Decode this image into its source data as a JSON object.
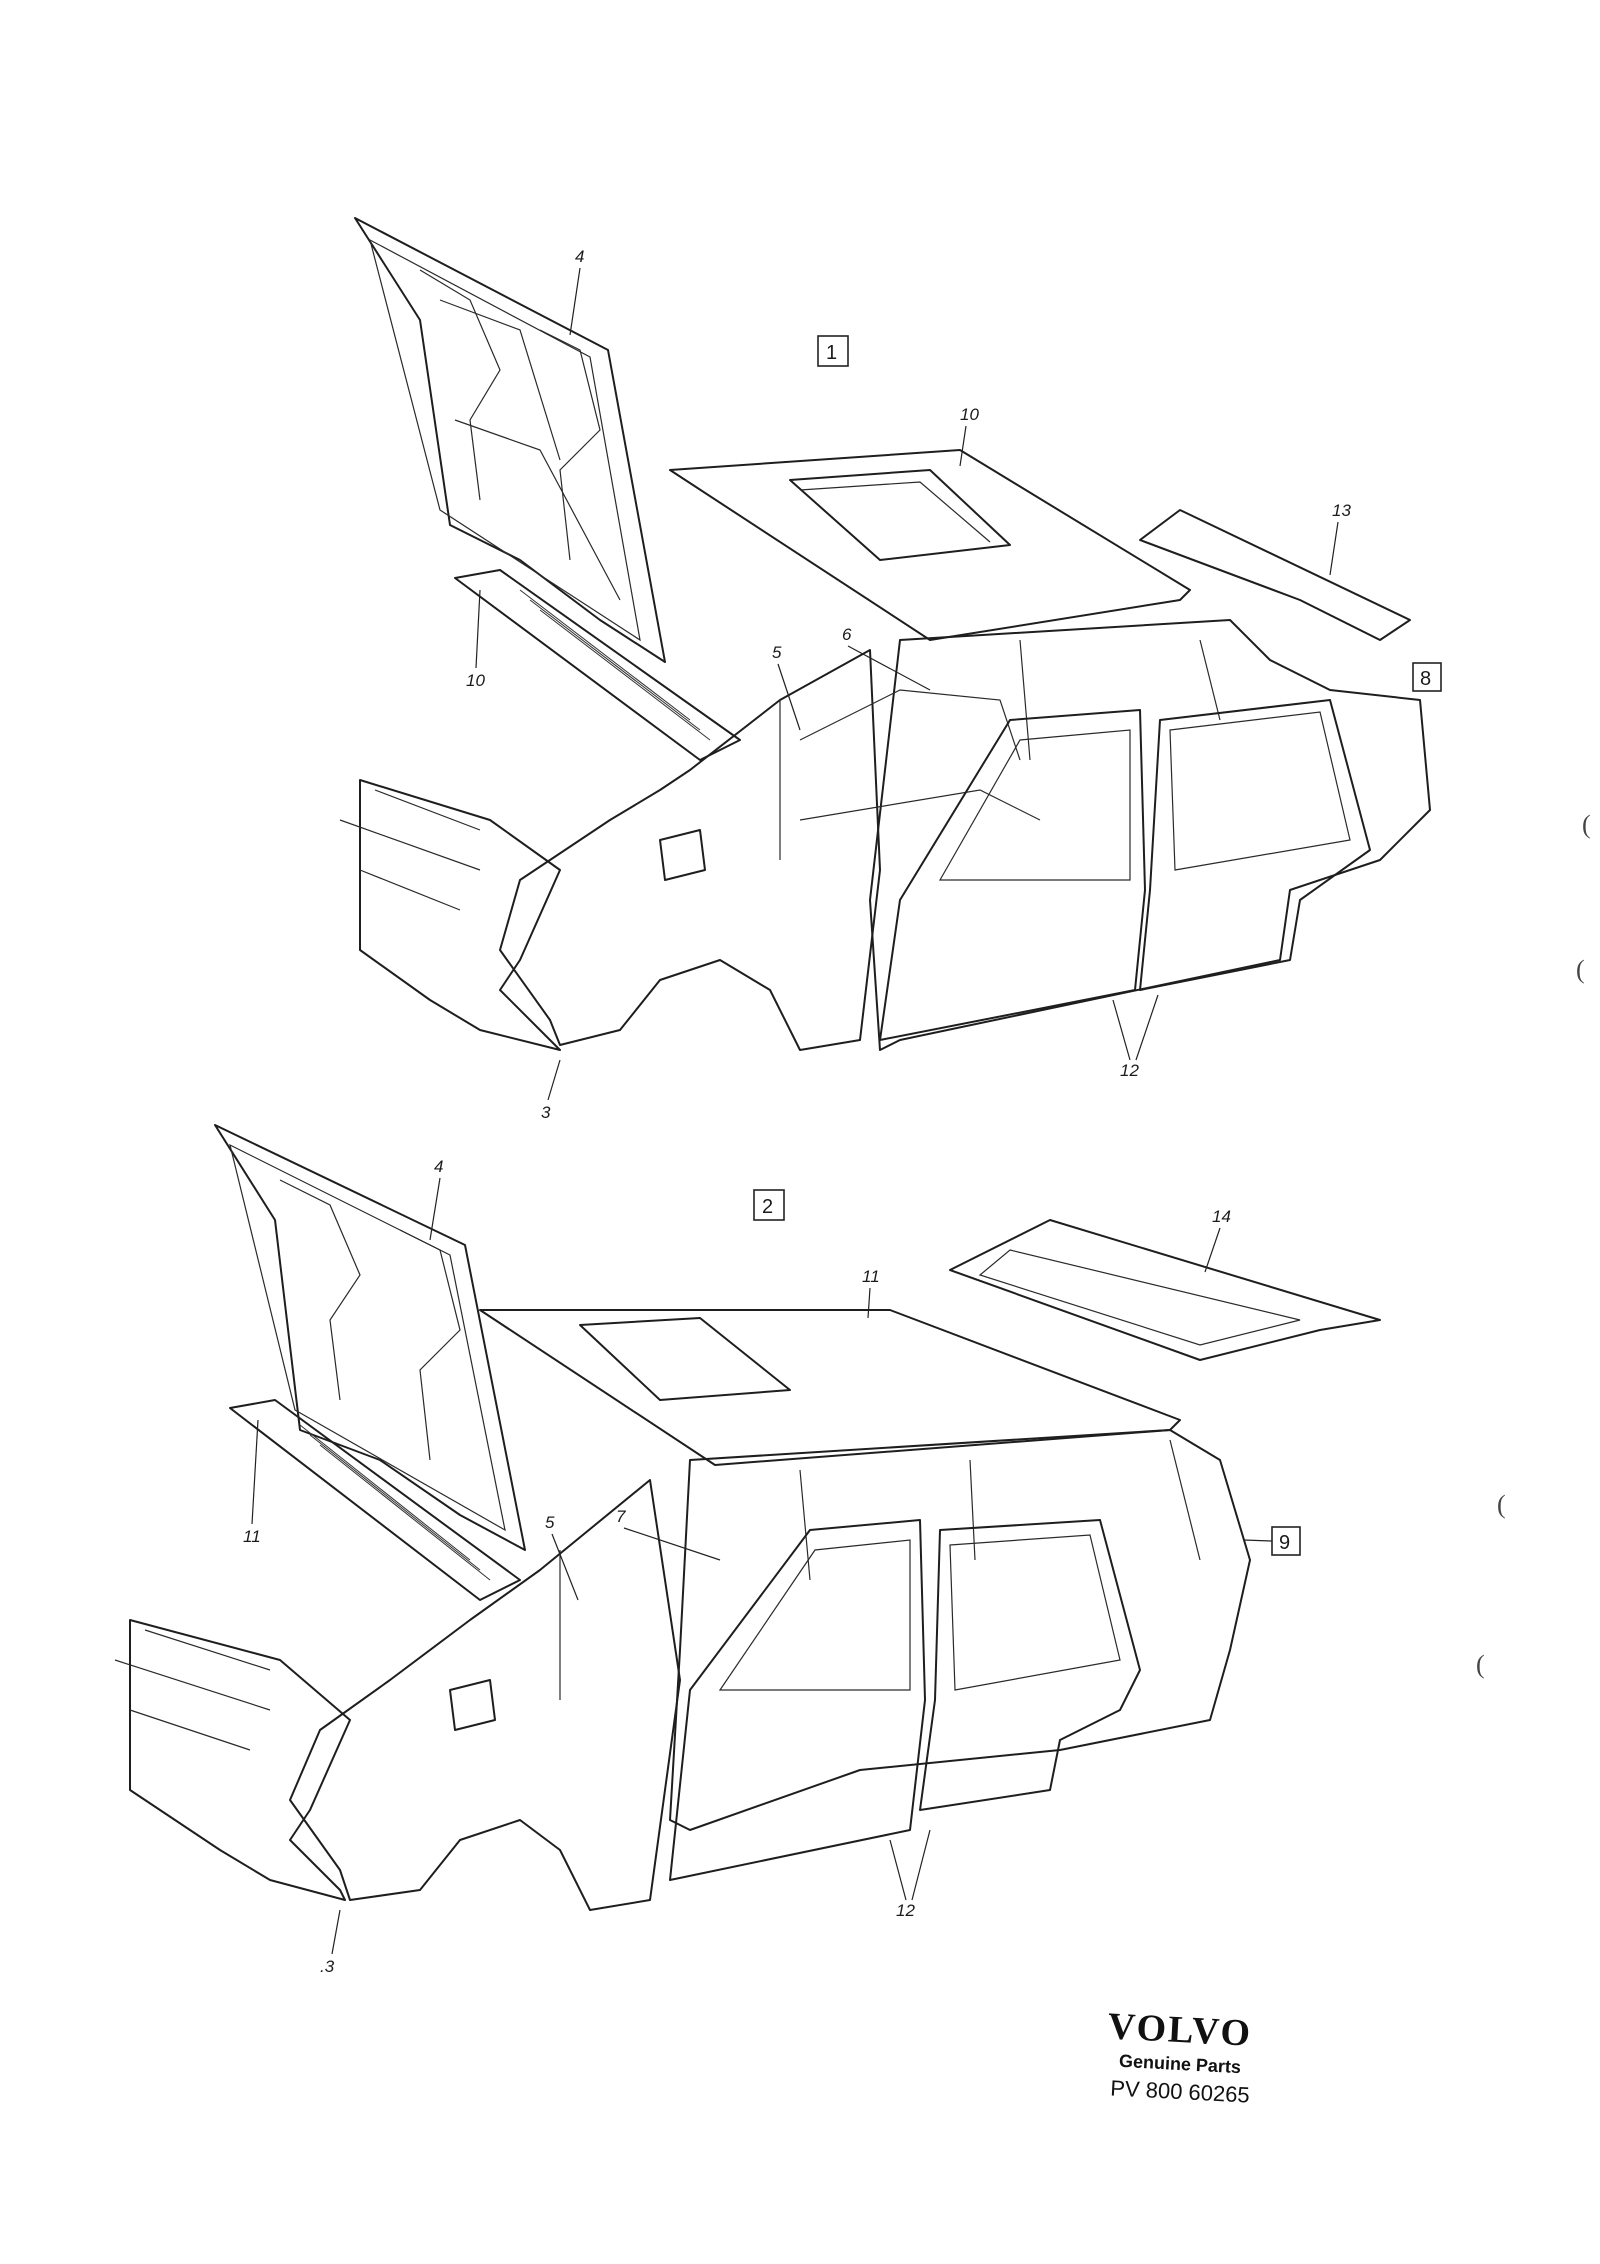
{
  "views": [
    {
      "id": "sedan",
      "box_label": "1",
      "callouts": {
        "hood": "4",
        "roof": "10",
        "cowl": "10",
        "trunk_lid": "13",
        "rear_body": "8",
        "a_pillar": "5",
        "floor": "6",
        "doors": "12",
        "front_member": "3"
      }
    },
    {
      "id": "wagon",
      "box_label": "2",
      "callouts": {
        "hood": "4",
        "roof": "11",
        "cowl": "11",
        "tailgate": "14",
        "rear_body": "9",
        "a_pillar": "5",
        "floor": "7",
        "doors": "12",
        "front_member": ".3"
      }
    }
  ],
  "brand": {
    "logo_text": "VOLVO",
    "subtitle": "Genuine Parts",
    "part_number": "PV  800  60265"
  },
  "margin_marks": [
    "(",
    "(",
    "(",
    "("
  ]
}
